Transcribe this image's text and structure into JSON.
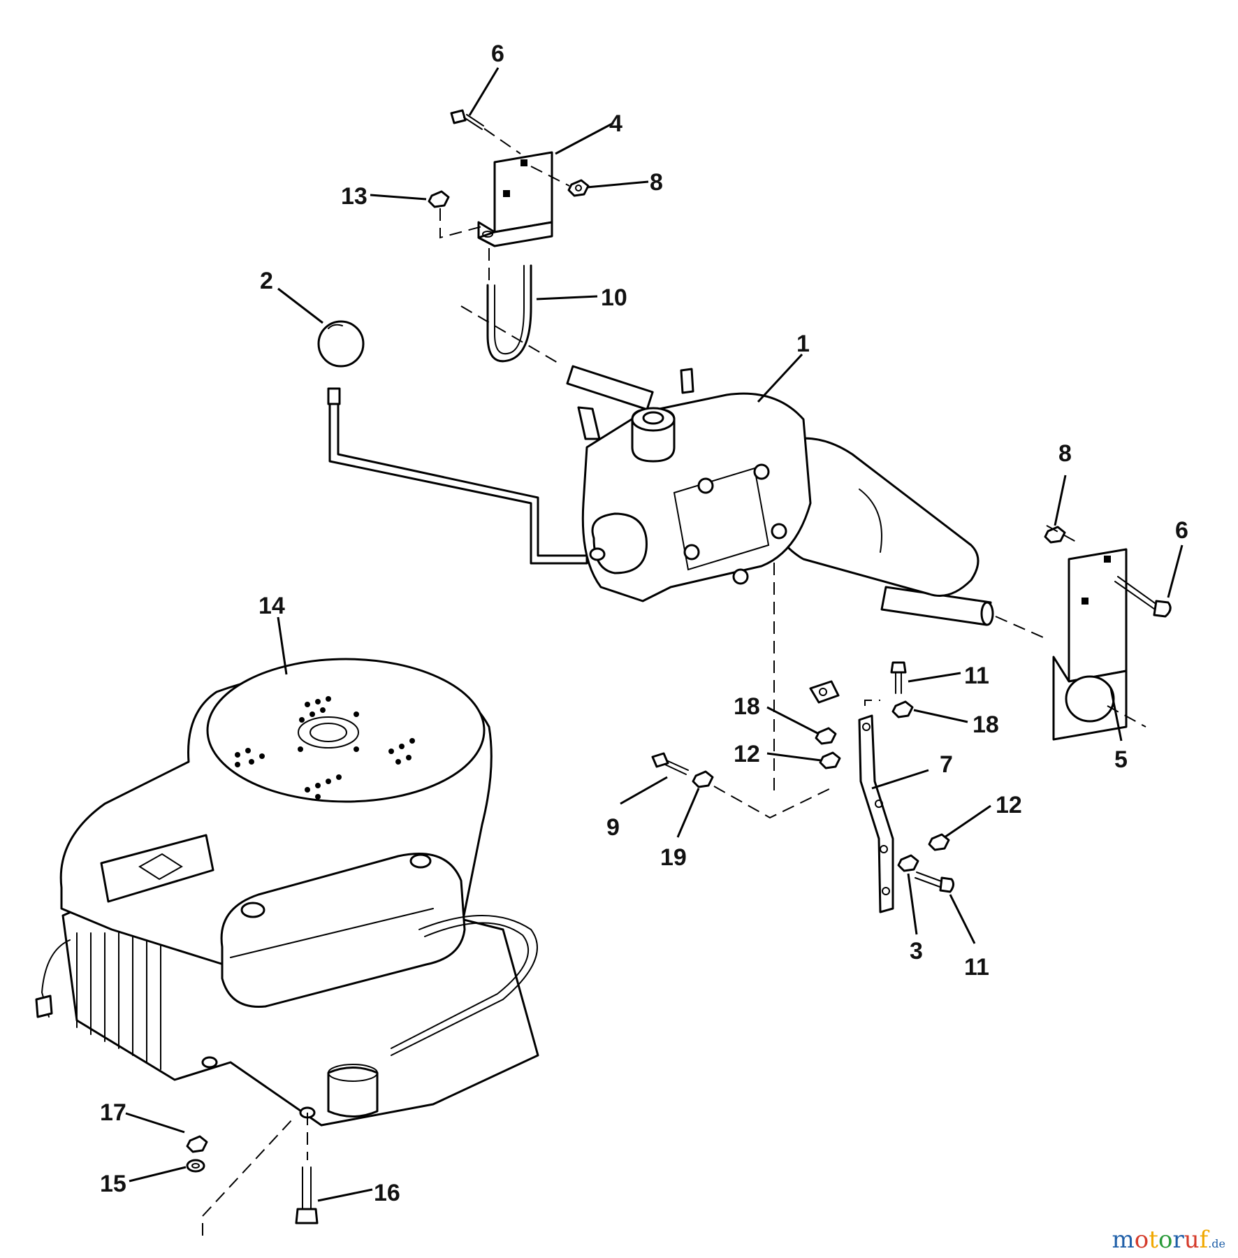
{
  "diagram": {
    "callouts": [
      {
        "id": "c1",
        "label": "1"
      },
      {
        "id": "c2",
        "label": "2"
      },
      {
        "id": "c3",
        "label": "3"
      },
      {
        "id": "c4",
        "label": "4"
      },
      {
        "id": "c5",
        "label": "5"
      },
      {
        "id": "c6a",
        "label": "6"
      },
      {
        "id": "c6b",
        "label": "6"
      },
      {
        "id": "c7",
        "label": "7"
      },
      {
        "id": "c8a",
        "label": "8"
      },
      {
        "id": "c8b",
        "label": "8"
      },
      {
        "id": "c9",
        "label": "9"
      },
      {
        "id": "c10",
        "label": "10"
      },
      {
        "id": "c11a",
        "label": "11"
      },
      {
        "id": "c11b",
        "label": "11"
      },
      {
        "id": "c12a",
        "label": "12"
      },
      {
        "id": "c12b",
        "label": "12"
      },
      {
        "id": "c13",
        "label": "13"
      },
      {
        "id": "c14",
        "label": "14"
      },
      {
        "id": "c15",
        "label": "15"
      },
      {
        "id": "c16",
        "label": "16"
      },
      {
        "id": "c17",
        "label": "17"
      },
      {
        "id": "c18a",
        "label": "18"
      },
      {
        "id": "c18b",
        "label": "18"
      },
      {
        "id": "c19",
        "label": "19"
      }
    ]
  },
  "watermark": {
    "brand": "motoruf",
    "tld": ".de",
    "colors": [
      "#1f5fa8",
      "#d43a2a",
      "#f0a800",
      "#2a9a3a",
      "#1f5fa8",
      "#d43a2a",
      "#f0a800"
    ]
  }
}
